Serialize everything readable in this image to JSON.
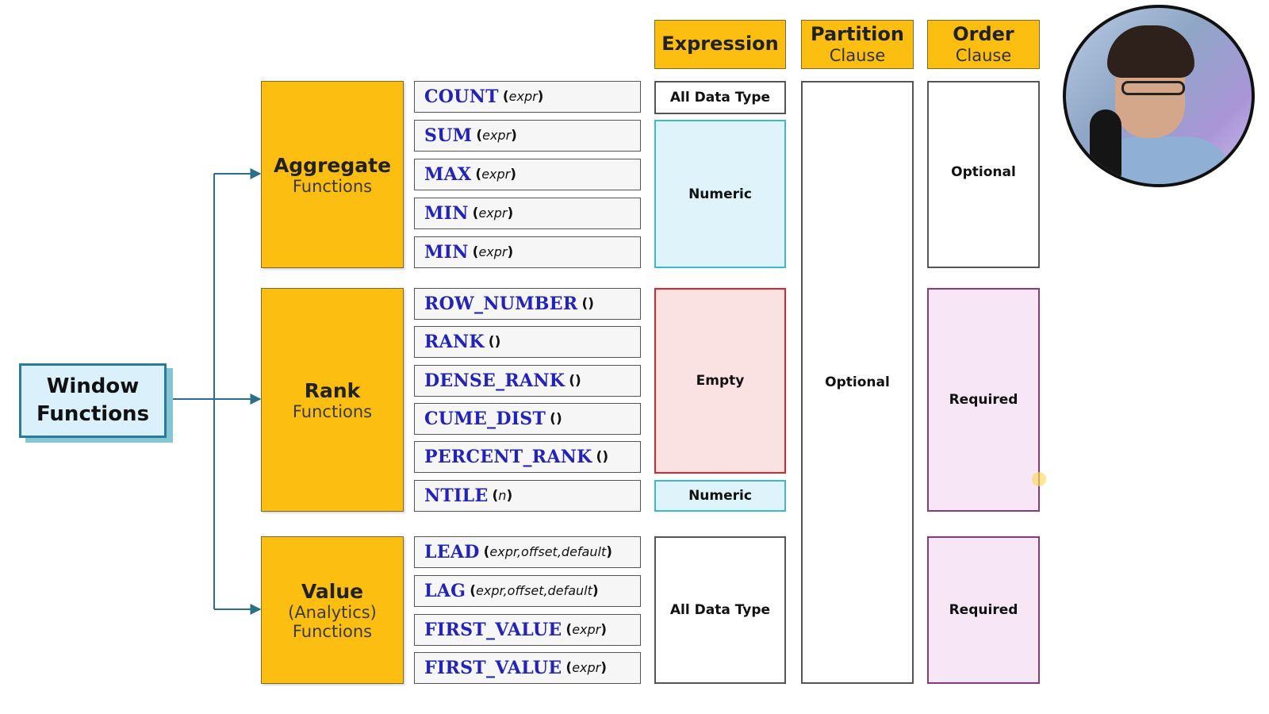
{
  "root": {
    "line1": "Window",
    "line2": "Functions"
  },
  "categories": {
    "aggregate": {
      "title": "Aggregate",
      "sub1": "Functions"
    },
    "rank": {
      "title": "Rank",
      "sub1": "Functions"
    },
    "value": {
      "title": "Value",
      "sub1": "(Analytics)",
      "sub2": "Functions"
    }
  },
  "functions": [
    {
      "name": "COUNT",
      "open": "(",
      "args": "expr",
      "close": ")"
    },
    {
      "name": "SUM",
      "open": "(",
      "args": "expr",
      "close": ")"
    },
    {
      "name": "MAX",
      "open": "(",
      "args": "expr",
      "close": ")"
    },
    {
      "name": "MIN",
      "open": "(",
      "args": "expr",
      "close": ")"
    },
    {
      "name": "MIN",
      "open": "(",
      "args": "expr",
      "close": ")"
    },
    {
      "name": "ROW_NUMBER",
      "open": "(",
      "args": "",
      "close": ")"
    },
    {
      "name": "RANK",
      "open": "(",
      "args": "",
      "close": ")"
    },
    {
      "name": "DENSE_RANK",
      "open": "(",
      "args": "",
      "close": ")"
    },
    {
      "name": "CUME_DIST",
      "open": "(",
      "args": "",
      "close": ")"
    },
    {
      "name": "PERCENT_RANK",
      "open": "(",
      "args": "",
      "close": ")"
    },
    {
      "name": "NTILE",
      "open": "(",
      "args": "n",
      "close": ")"
    },
    {
      "name": "LEAD",
      "open": "(",
      "args": "expr,offset,default",
      "close": ")"
    },
    {
      "name": "LAG",
      "open": "(",
      "args": "expr,offset,default",
      "close": ")"
    },
    {
      "name": "FIRST_VALUE",
      "open": "(",
      "args": "expr",
      "close": ")"
    },
    {
      "name": "FIRST_VALUE",
      "open": "(",
      "args": "expr",
      "close": ")"
    }
  ],
  "headers": {
    "expression": {
      "title": "Expression"
    },
    "partition": {
      "title": "Partition",
      "sub": "Clause"
    },
    "order": {
      "title": "Order",
      "sub": "Clause"
    }
  },
  "expression": {
    "aggregate_count": "All Data Type",
    "aggregate_rest": "Numeric",
    "rank": "Empty",
    "ntile": "Numeric",
    "value": "All Data Type"
  },
  "partition": {
    "all": "Optional"
  },
  "order": {
    "aggregate": "Optional",
    "rank": "Required",
    "value": "Required"
  },
  "colors": {
    "category_fill": "#fdbe12",
    "function_name": "#2323b8",
    "numeric_fill": "#def4fa",
    "numeric_border": "#3cb8d6",
    "empty_fill": "#fbe2e2",
    "empty_border": "#e0262a",
    "required_fill": "#f7e6f6",
    "required_border": "#8a3a7a",
    "connector": "#2b6f8a"
  }
}
